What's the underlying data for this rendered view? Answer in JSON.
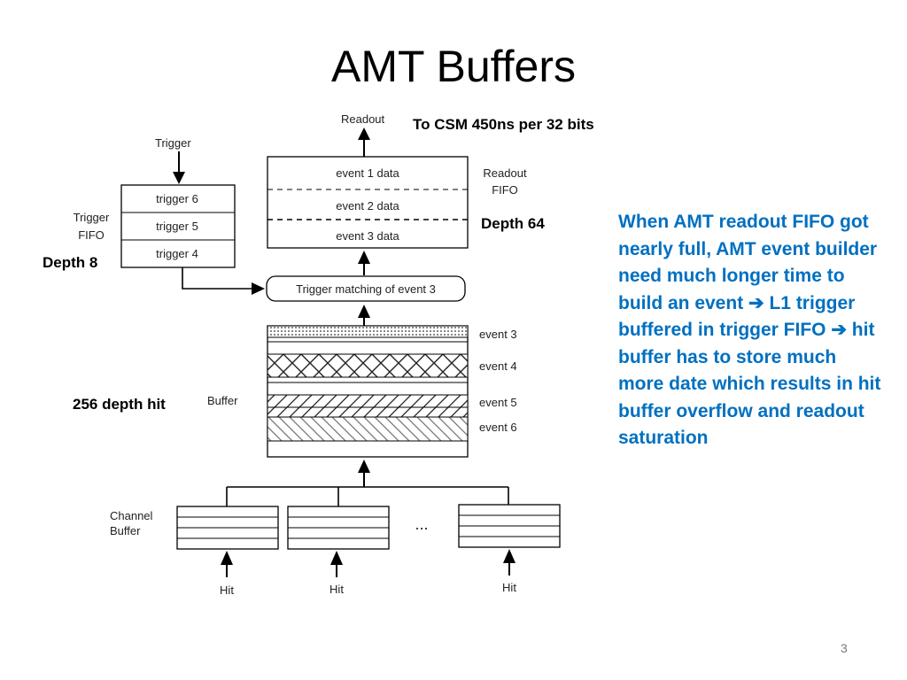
{
  "slide": {
    "title": "AMT Buffers",
    "page_number": "3",
    "note_parts": [
      "When AMT readout FIFO got nearly full, AMT event builder need much longer time to build an event ",
      " L1 trigger buffered in trigger FIFO ",
      " hit buffer has to store much more date which results in hit buffer overflow and readout saturation"
    ],
    "note_arrow_icon": "right-arrow-icon",
    "note_color": "#0070c0"
  },
  "annotations": {
    "readout_rate": "To CSM 450ns per 32 bits",
    "readout_depth": "Depth 64",
    "trigger_depth": "Depth 8",
    "hit_buffer_depth": "256 depth hit"
  },
  "diagram": {
    "readout_label": "Readout",
    "trigger_label": "Trigger",
    "readout_fifo_label": [
      "Readout",
      "FIFO"
    ],
    "readout_fifo_rows": [
      "event 1 data",
      "event 2 data",
      "event 3 data"
    ],
    "trigger_fifo_label": [
      "Trigger",
      "FIFO"
    ],
    "trigger_fifo_rows": [
      "trigger 6",
      "trigger 5",
      "trigger 4"
    ],
    "trigger_matching": "Trigger matching of event 3",
    "hit_buffer_label": "Buffer",
    "hit_buffer_events": [
      "event 3",
      "event 4",
      "event 5",
      "event 6"
    ],
    "channel_buffer_label": [
      "Channel",
      "Buffer"
    ],
    "ellipsis": "...",
    "hit_labels": [
      "Hit",
      "Hit",
      "Hit"
    ]
  }
}
